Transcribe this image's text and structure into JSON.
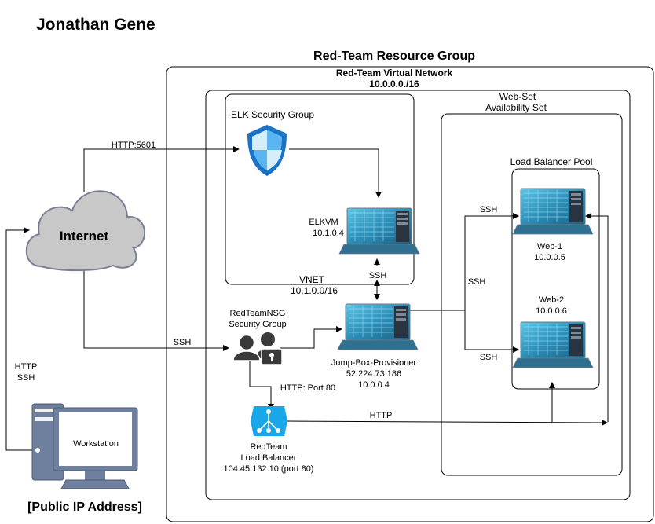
{
  "author": "Jonathan Gene",
  "resource_group": "Red-Team Resource Group",
  "vnet": {
    "name": "Red-Team Virtual Network",
    "cidr": "10.0.0.0./16"
  },
  "web_set": {
    "line1": "Web-Set",
    "line2": "Availability Set"
  },
  "lb_pool": "Load Balancer Pool",
  "elk_group": "ELK Security Group",
  "elk_vm": {
    "name": "ELKVM",
    "ip": "10.1.0.4"
  },
  "elk_vnet": {
    "name": "VNET",
    "cidr": "10.1.0.0/16"
  },
  "jump_box": {
    "name": "Jump-Box-Provisioner",
    "public_ip": "52.224.73.186",
    "private_ip": "10.0.0.4"
  },
  "nsg": {
    "line1": "RedTeamNSG",
    "line2": "Security Group"
  },
  "web1": {
    "name": "Web-1",
    "ip": "10.0.0.5"
  },
  "web2": {
    "name": "Web-2",
    "ip": "10.0.0.6"
  },
  "internet": "Internet",
  "workstation": "Workstation",
  "public_ip_caption": "[Public IP Address]",
  "load_balancer": {
    "line1": "RedTeam",
    "line2": "Load Balancer",
    "line3": "104.45.132.10 (port 80)"
  },
  "edge_labels": {
    "http_5601": "HTTP:5601",
    "ssh_internet": "SSH",
    "ssh_jump_elk": "SSH",
    "ssh_web1": "SSH",
    "ssh_split": "SSH",
    "ssh_web2": "SSH",
    "http_port80": "HTTP: Port 80",
    "http_lb": "HTTP",
    "ws_http": "HTTP",
    "ws_ssh": "SSH"
  },
  "colors": {
    "cloud_fill": "#c8c8c8",
    "cloud_stroke": "#7a7f96",
    "shield": "#1a73c6",
    "lb_fill": "#1aa7ea",
    "workstation_fill": "#6f7f9e",
    "screen_fill": "#ffffff"
  }
}
